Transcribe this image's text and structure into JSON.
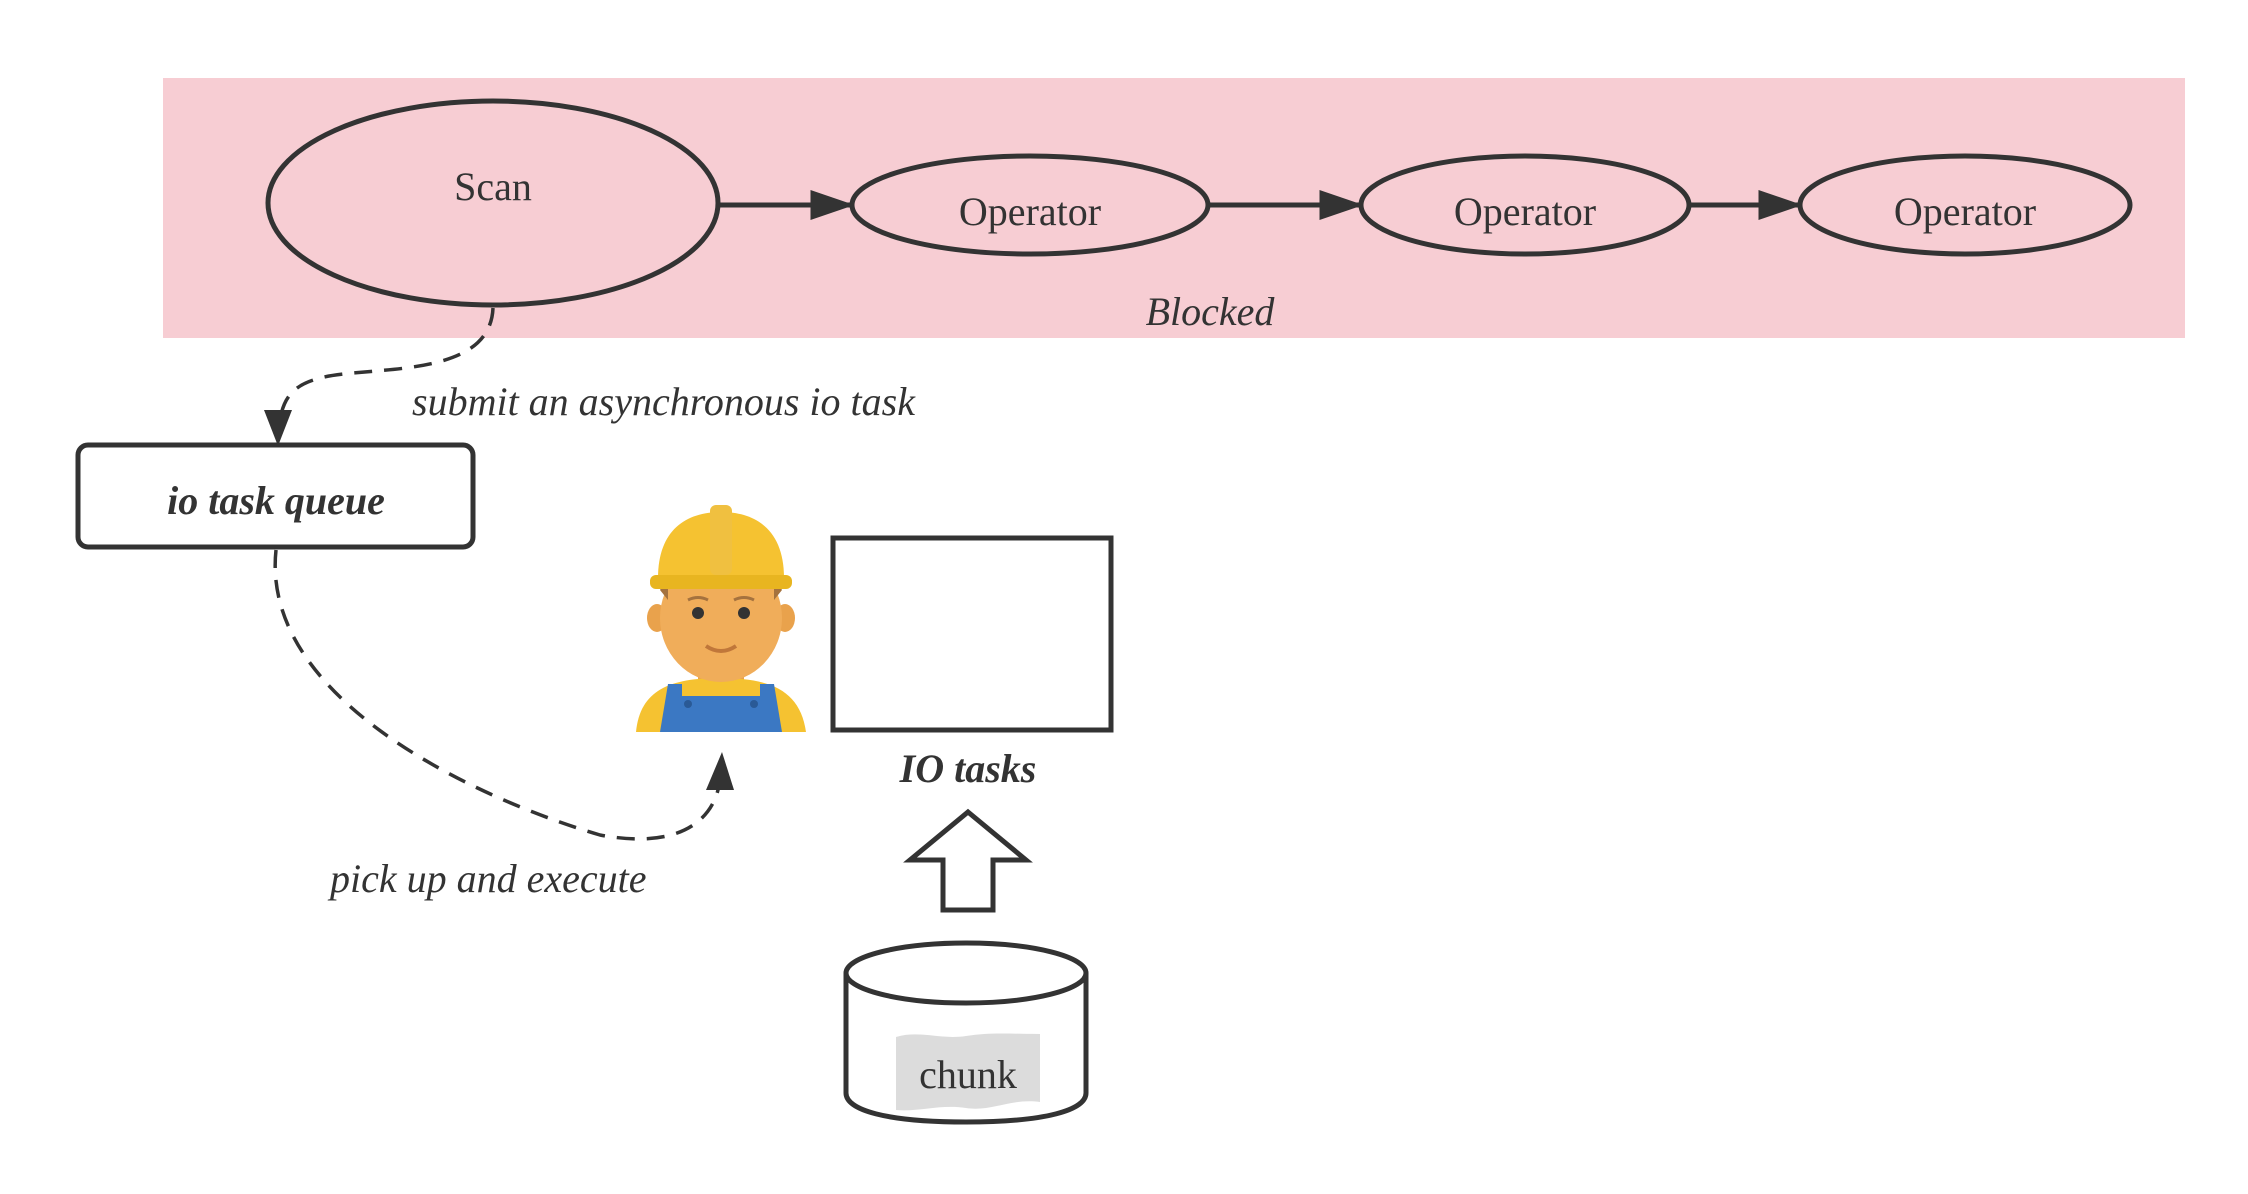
{
  "pipeline": {
    "scan_label": "Scan",
    "operators": [
      "Operator",
      "Operator",
      "Operator"
    ],
    "status_label": "Blocked"
  },
  "edges": {
    "submit_label": "submit an asynchronous io task",
    "pickup_label": "pick up and execute"
  },
  "queue": {
    "label": "io task queue"
  },
  "io": {
    "tasks_label": "IO tasks",
    "storage_label": "chunk"
  },
  "icons": {
    "worker": "construction-worker-icon",
    "upload_arrow": "up-arrow-icon",
    "storage": "database-cylinder-icon"
  },
  "colors": {
    "blocked_band": "#f7cdd3",
    "stroke": "#333333",
    "helmet": "#f5c231",
    "overalls": "#3b78c3"
  }
}
